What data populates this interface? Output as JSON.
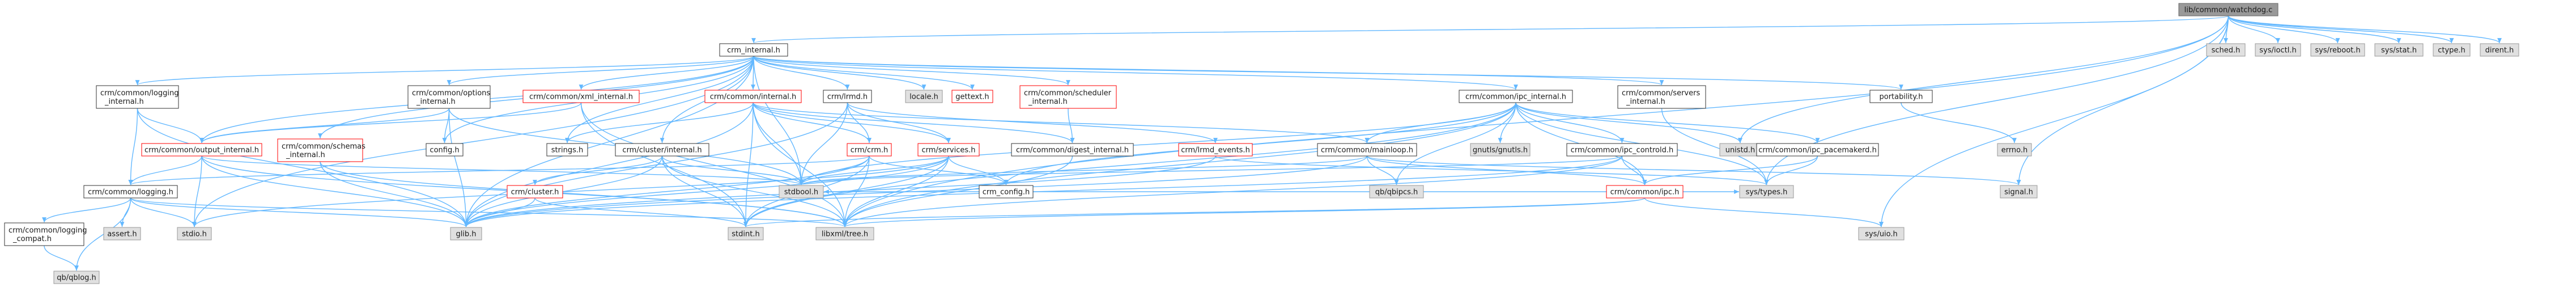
{
  "graph": {
    "title": "lib/common/watchdog.c include dependency graph",
    "root": "lib/common/watchdog.c",
    "styles": {
      "root": {
        "fill": "#999999",
        "stroke": "#666666"
      },
      "file": {
        "fill": "#ffffff",
        "stroke": "#333333"
      },
      "missing": {
        "fill": "#ffffff",
        "stroke": "#ff0000"
      },
      "system": {
        "fill": "#e0e0e0",
        "stroke": "#999999"
      },
      "edge": "#63b8ff"
    },
    "nodes": [
      {
        "id": "watchdog",
        "lines": [
          "lib/common/watchdog.c"
        ],
        "style": "root"
      },
      {
        "id": "internal",
        "lines": [
          "crm_internal.h"
        ],
        "style": "file"
      },
      {
        "id": "sched",
        "lines": [
          "sched.h"
        ],
        "style": "system"
      },
      {
        "id": "ioctl",
        "lines": [
          "sys/ioctl.h"
        ],
        "style": "system"
      },
      {
        "id": "reboot",
        "lines": [
          "sys/reboot.h"
        ],
        "style": "system"
      },
      {
        "id": "stat",
        "lines": [
          "sys/stat.h"
        ],
        "style": "system"
      },
      {
        "id": "ctype",
        "lines": [
          "ctype.h"
        ],
        "style": "system"
      },
      {
        "id": "dirent",
        "lines": [
          "dirent.h"
        ],
        "style": "system"
      },
      {
        "id": "logging_int",
        "lines": [
          "crm/common/logging",
          "_internal.h"
        ],
        "style": "file"
      },
      {
        "id": "options_int",
        "lines": [
          "crm/common/options",
          "_internal.h"
        ],
        "style": "file"
      },
      {
        "id": "xml_int",
        "lines": [
          "crm/common/xml_internal.h"
        ],
        "style": "missing"
      },
      {
        "id": "common_int",
        "lines": [
          "crm/common/internal.h"
        ],
        "style": "missing"
      },
      {
        "id": "lrmd",
        "lines": [
          "crm/lrmd.h"
        ],
        "style": "file"
      },
      {
        "id": "locale",
        "lines": [
          "locale.h"
        ],
        "style": "system"
      },
      {
        "id": "gettext",
        "lines": [
          "gettext.h"
        ],
        "style": "missing"
      },
      {
        "id": "scheduler_int",
        "lines": [
          "crm/common/scheduler",
          "_internal.h"
        ],
        "style": "missing"
      },
      {
        "id": "ipc_int",
        "lines": [
          "crm/common/ipc_internal.h"
        ],
        "style": "file"
      },
      {
        "id": "servers_int",
        "lines": [
          "crm/common/servers",
          "_internal.h"
        ],
        "style": "file"
      },
      {
        "id": "portability",
        "lines": [
          "portability.h"
        ],
        "style": "file"
      },
      {
        "id": "output_int",
        "lines": [
          "crm/common/output_internal.h"
        ],
        "style": "missing"
      },
      {
        "id": "config",
        "lines": [
          "config.h"
        ],
        "style": "file"
      },
      {
        "id": "schemas_int",
        "lines": [
          "crm/common/schemas",
          "_internal.h"
        ],
        "style": "missing"
      },
      {
        "id": "strings",
        "lines": [
          "strings.h"
        ],
        "style": "file"
      },
      {
        "id": "cluster_int",
        "lines": [
          "crm/cluster/internal.h"
        ],
        "style": "file"
      },
      {
        "id": "crm",
        "lines": [
          "crm/crm.h"
        ],
        "style": "missing"
      },
      {
        "id": "services",
        "lines": [
          "crm/services.h"
        ],
        "style": "missing"
      },
      {
        "id": "digest_int",
        "lines": [
          "crm/common/digest_internal.h"
        ],
        "style": "file"
      },
      {
        "id": "lrmd_events",
        "lines": [
          "crm/lrmd_events.h"
        ],
        "style": "missing"
      },
      {
        "id": "mainloop",
        "lines": [
          "crm/common/mainloop.h"
        ],
        "style": "file"
      },
      {
        "id": "gnutls",
        "lines": [
          "gnutls/gnutls.h"
        ],
        "style": "system"
      },
      {
        "id": "ipc_controld",
        "lines": [
          "crm/common/ipc_controld.h"
        ],
        "style": "file"
      },
      {
        "id": "unistd",
        "lines": [
          "unistd.h"
        ],
        "style": "system"
      },
      {
        "id": "ipc_pacemakerd",
        "lines": [
          "crm/common/ipc_pacemakerd.h"
        ],
        "style": "file"
      },
      {
        "id": "errno",
        "lines": [
          "errno.h"
        ],
        "style": "system"
      },
      {
        "id": "logging",
        "lines": [
          "crm/common/logging.h"
        ],
        "style": "file"
      },
      {
        "id": "cluster",
        "lines": [
          "crm/cluster.h"
        ],
        "style": "missing"
      },
      {
        "id": "stdbool",
        "lines": [
          "stdbool.h"
        ],
        "style": "system"
      },
      {
        "id": "crm_config",
        "lines": [
          "crm_config.h"
        ],
        "style": "file"
      },
      {
        "id": "qbipcs",
        "lines": [
          "qb/qbipcs.h"
        ],
        "style": "system"
      },
      {
        "id": "ipc",
        "lines": [
          "crm/common/ipc.h"
        ],
        "style": "missing"
      },
      {
        "id": "systypes",
        "lines": [
          "sys/types.h"
        ],
        "style": "system"
      },
      {
        "id": "signal",
        "lines": [
          "signal.h"
        ],
        "style": "system"
      },
      {
        "id": "logging_compat",
        "lines": [
          "crm/common/logging",
          "_compat.h"
        ],
        "style": "file"
      },
      {
        "id": "assert",
        "lines": [
          "assert.h"
        ],
        "style": "system"
      },
      {
        "id": "stdio",
        "lines": [
          "stdio.h"
        ],
        "style": "system"
      },
      {
        "id": "glib",
        "lines": [
          "glib.h"
        ],
        "style": "system"
      },
      {
        "id": "stdint",
        "lines": [
          "stdint.h"
        ],
        "style": "system"
      },
      {
        "id": "libxml",
        "lines": [
          "libxml/tree.h"
        ],
        "style": "system"
      },
      {
        "id": "sysuio",
        "lines": [
          "sys/uio.h"
        ],
        "style": "system"
      },
      {
        "id": "qblog",
        "lines": [
          "qb/qblog.h"
        ],
        "style": "system"
      }
    ],
    "edges": [
      [
        "watchdog",
        "internal"
      ],
      [
        "watchdog",
        "sched"
      ],
      [
        "watchdog",
        "ioctl"
      ],
      [
        "watchdog",
        "reboot"
      ],
      [
        "watchdog",
        "stat"
      ],
      [
        "watchdog",
        "ctype"
      ],
      [
        "watchdog",
        "dirent"
      ],
      [
        "watchdog",
        "unistd"
      ],
      [
        "watchdog",
        "systypes"
      ],
      [
        "watchdog",
        "signal"
      ],
      [
        "watchdog",
        "sysuio"
      ],
      [
        "watchdog",
        "libxml"
      ],
      [
        "internal",
        "logging_int"
      ],
      [
        "internal",
        "options_int"
      ],
      [
        "internal",
        "xml_int"
      ],
      [
        "internal",
        "common_int"
      ],
      [
        "internal",
        "lrmd"
      ],
      [
        "internal",
        "locale"
      ],
      [
        "internal",
        "gettext"
      ],
      [
        "internal",
        "scheduler_int"
      ],
      [
        "internal",
        "ipc_int"
      ],
      [
        "internal",
        "servers_int"
      ],
      [
        "internal",
        "portability"
      ],
      [
        "internal",
        "output_int"
      ],
      [
        "internal",
        "config"
      ],
      [
        "internal",
        "schemas_int"
      ],
      [
        "internal",
        "cluster_int"
      ],
      [
        "internal",
        "glib"
      ],
      [
        "internal",
        "stdio"
      ],
      [
        "internal",
        "stdbool"
      ],
      [
        "internal",
        "strings"
      ],
      [
        "logging_int",
        "output_int"
      ],
      [
        "logging_int",
        "logging"
      ],
      [
        "logging_int",
        "glib"
      ],
      [
        "options_int",
        "output_int"
      ],
      [
        "options_int",
        "config"
      ],
      [
        "options_int",
        "glib"
      ],
      [
        "options_int",
        "stdbool"
      ],
      [
        "xml_int",
        "output_int"
      ],
      [
        "xml_int",
        "libxml"
      ],
      [
        "xml_int",
        "stdint"
      ],
      [
        "common_int",
        "crm"
      ],
      [
        "common_int",
        "services"
      ],
      [
        "common_int",
        "digest_int"
      ],
      [
        "common_int",
        "strings"
      ],
      [
        "common_int",
        "stdbool"
      ],
      [
        "common_int",
        "stdint"
      ],
      [
        "common_int",
        "glib"
      ],
      [
        "common_int",
        "libxml"
      ],
      [
        "common_int",
        "mainloop"
      ],
      [
        "lrmd",
        "crm"
      ],
      [
        "lrmd",
        "services"
      ],
      [
        "lrmd",
        "lrmd_events"
      ],
      [
        "lrmd",
        "stdbool"
      ],
      [
        "lrmd",
        "glib"
      ],
      [
        "scheduler_int",
        "digest_int"
      ],
      [
        "ipc_int",
        "gnutls"
      ],
      [
        "ipc_int",
        "qbipcs"
      ],
      [
        "ipc_int",
        "ipc"
      ],
      [
        "ipc_int",
        "mainloop"
      ],
      [
        "ipc_int",
        "ipc_controld"
      ],
      [
        "ipc_int",
        "ipc_pacemakerd"
      ],
      [
        "ipc_int",
        "unistd"
      ],
      [
        "ipc_int",
        "stdbool"
      ],
      [
        "ipc_int",
        "stdint"
      ],
      [
        "ipc_int",
        "systypes"
      ],
      [
        "ipc_int",
        "libxml"
      ],
      [
        "ipc_int",
        "crm_config"
      ],
      [
        "servers_int",
        "systypes"
      ],
      [
        "portability",
        "errno"
      ],
      [
        "output_int",
        "logging"
      ],
      [
        "output_int",
        "stdio"
      ],
      [
        "output_int",
        "glib"
      ],
      [
        "output_int",
        "libxml"
      ],
      [
        "output_int",
        "stdbool"
      ],
      [
        "schemas_int",
        "glib"
      ],
      [
        "schemas_int",
        "libxml"
      ],
      [
        "cluster_int",
        "cluster"
      ],
      [
        "cluster_int",
        "stdbool"
      ],
      [
        "cluster_int",
        "stdint"
      ],
      [
        "cluster_int",
        "glib"
      ],
      [
        "cluster_int",
        "libxml"
      ],
      [
        "crm",
        "crm_config"
      ],
      [
        "crm",
        "stdbool"
      ],
      [
        "crm",
        "stdint"
      ],
      [
        "crm",
        "glib"
      ],
      [
        "crm",
        "libxml"
      ],
      [
        "crm",
        "logging"
      ],
      [
        "services",
        "glib"
      ],
      [
        "services",
        "stdio"
      ],
      [
        "services",
        "stdint"
      ],
      [
        "services",
        "stdbool"
      ],
      [
        "services",
        "libxml"
      ],
      [
        "services",
        "crm_config"
      ],
      [
        "digest_int",
        "libxml"
      ],
      [
        "lrmd_events",
        "systypes"
      ],
      [
        "lrmd_events",
        "glib"
      ],
      [
        "mainloop",
        "signal"
      ],
      [
        "mainloop",
        "glib"
      ],
      [
        "mainloop",
        "stdbool"
      ],
      [
        "mainloop",
        "qbipcs"
      ],
      [
        "mainloop",
        "ipc"
      ],
      [
        "ipc_controld",
        "stdbool"
      ],
      [
        "ipc_controld",
        "glib"
      ],
      [
        "ipc_controld",
        "ipc"
      ],
      [
        "ipc_controld",
        "libxml"
      ],
      [
        "ipc_pacemakerd",
        "systypes"
      ],
      [
        "ipc_pacemakerd",
        "ipc"
      ],
      [
        "ipc",
        "sysuio"
      ],
      [
        "ipc",
        "systypes"
      ],
      [
        "ipc",
        "stdbool"
      ],
      [
        "ipc",
        "stdint"
      ],
      [
        "ipc",
        "libxml"
      ],
      [
        "logging",
        "stdio"
      ],
      [
        "logging",
        "glib"
      ],
      [
        "logging",
        "qblog"
      ],
      [
        "logging",
        "logging_compat"
      ],
      [
        "logging",
        "assert"
      ],
      [
        "logging",
        "libxml"
      ],
      [
        "logging_compat",
        "qblog"
      ],
      [
        "cluster",
        "glib"
      ],
      [
        "cluster",
        "stdint"
      ]
    ]
  }
}
